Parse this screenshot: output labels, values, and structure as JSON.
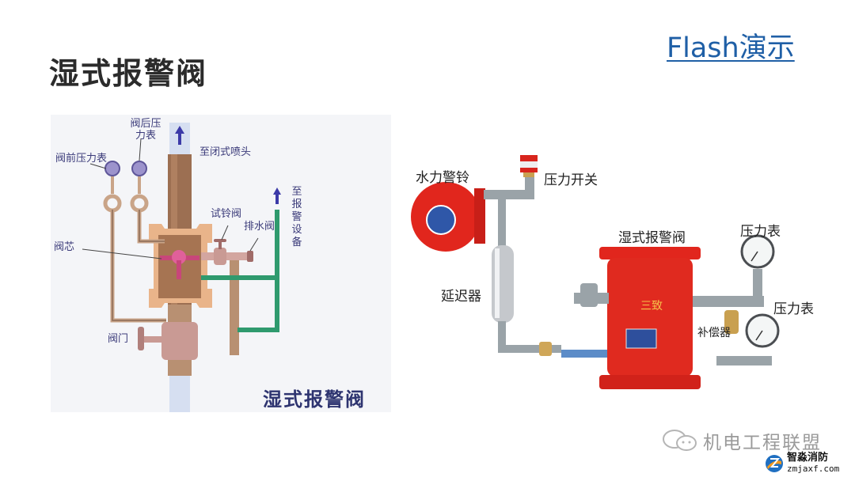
{
  "slide": {
    "title": "湿式报警阀",
    "flash_link": "Flash演示"
  },
  "diagram": {
    "caption": "湿式报警阀",
    "labels": {
      "front_gauge": "阀前压力表",
      "back_gauge": "阀后压力表",
      "to_sprinkler": "至闭式喷头",
      "to_alarm": "至报警设备",
      "test_bell_valve": "试铃阀",
      "drain_valve": "排水阀",
      "valve_core": "阀芯",
      "gate_valve": "阀门"
    }
  },
  "photo": {
    "labels": {
      "water_gong": "水力警铃",
      "pressure_switch": "压力开关",
      "alarm_valve": "湿式报警阀",
      "pressure_gauge_upper": "压力表",
      "pressure_gauge_lower": "压力表",
      "retard_chamber": "延迟器",
      "compensator": "补偿器"
    },
    "body_mark": "三致"
  },
  "watermarks": {
    "wechat_account": "机电工程联盟",
    "site_name": "智淼消防",
    "site_url": "zmjaxf.com"
  },
  "colors": {
    "title": "#2b2b2b",
    "link": "#1f5fa6",
    "diagram_label": "#3b3b7a",
    "valve_red": "#e0231b",
    "pipe_green": "#2f9a6e",
    "pipe_bronze": "#b58a68"
  }
}
